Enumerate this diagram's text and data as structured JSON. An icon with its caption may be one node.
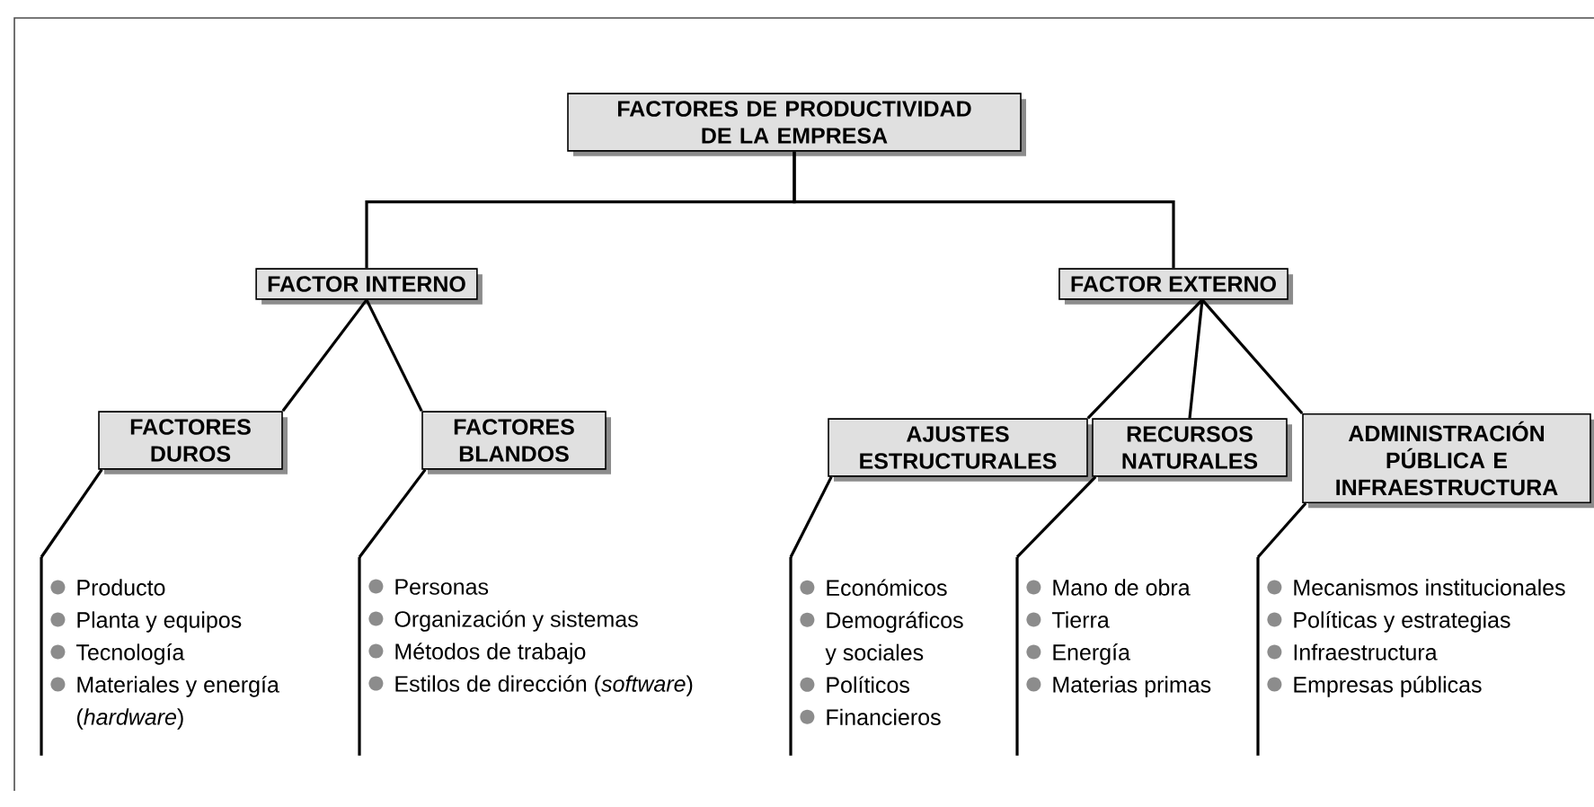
{
  "diagram": {
    "nodes": [
      {
        "text": [
          "FACTORES DE PRODUCTIVIDAD DE LA EMPRESA"
        ]
      },
      {
        "text": [
          "FACTOR INTERNO"
        ]
      },
      {
        "text": [
          "FACTOR EXTERNO"
        ]
      },
      {
        "text": [
          "FACTORES DUROS"
        ]
      },
      {
        "text": [
          "FACTORES BLANDOS"
        ]
      },
      {
        "text": [
          "AJUSTES ESTRUCTURALES"
        ]
      },
      {
        "text": [
          "RECURSOS NATURALES"
        ]
      },
      {
        "text": [
          "ADMINISTRACIÓN PÚBLICA E INFRAESTRUCTURA"
        ]
      },
      {
        "text": [
          "Producto",
          "Planta y equipos",
          "Tecnología",
          "Materiales y energía (*hardware*)"
        ]
      },
      {
        "text": [
          "Personas",
          "Organización y sistemas",
          "Métodos de trabajo",
          "Estilos de dirección (*software*)"
        ]
      },
      {
        "text": [
          "Económicos",
          "Demográficos y sociales",
          "Políticos",
          "Financieros"
        ]
      },
      {
        "text": [
          "Mano de obra",
          "Tierra",
          "Energía",
          "Materias primas"
        ]
      },
      {
        "text": [
          "Mecanismos institucionales",
          "Políticas y estrategias",
          "Infraestructura",
          "Empresas públicas"
        ]
      }
    ],
    "edges": [
      {
        "from": 0,
        "to": 1,
        "arrow": "none"
      },
      {
        "from": 0,
        "to": 2,
        "arrow": "none"
      },
      {
        "from": 1,
        "to": 3,
        "arrow": "none"
      },
      {
        "from": 1,
        "to": 4,
        "arrow": "none"
      },
      {
        "from": 2,
        "to": 5,
        "arrow": "none"
      },
      {
        "from": 2,
        "to": 6,
        "arrow": "none"
      },
      {
        "from": 2,
        "to": 7,
        "arrow": "none"
      },
      {
        "from": 3,
        "to": 8,
        "arrow": "none"
      },
      {
        "from": 4,
        "to": 9,
        "arrow": "none"
      },
      {
        "from": 5,
        "to": 10,
        "arrow": "none"
      },
      {
        "from": 6,
        "to": 11,
        "arrow": "none"
      },
      {
        "from": 7,
        "to": 12,
        "arrow": "none"
      }
    ]
  }
}
